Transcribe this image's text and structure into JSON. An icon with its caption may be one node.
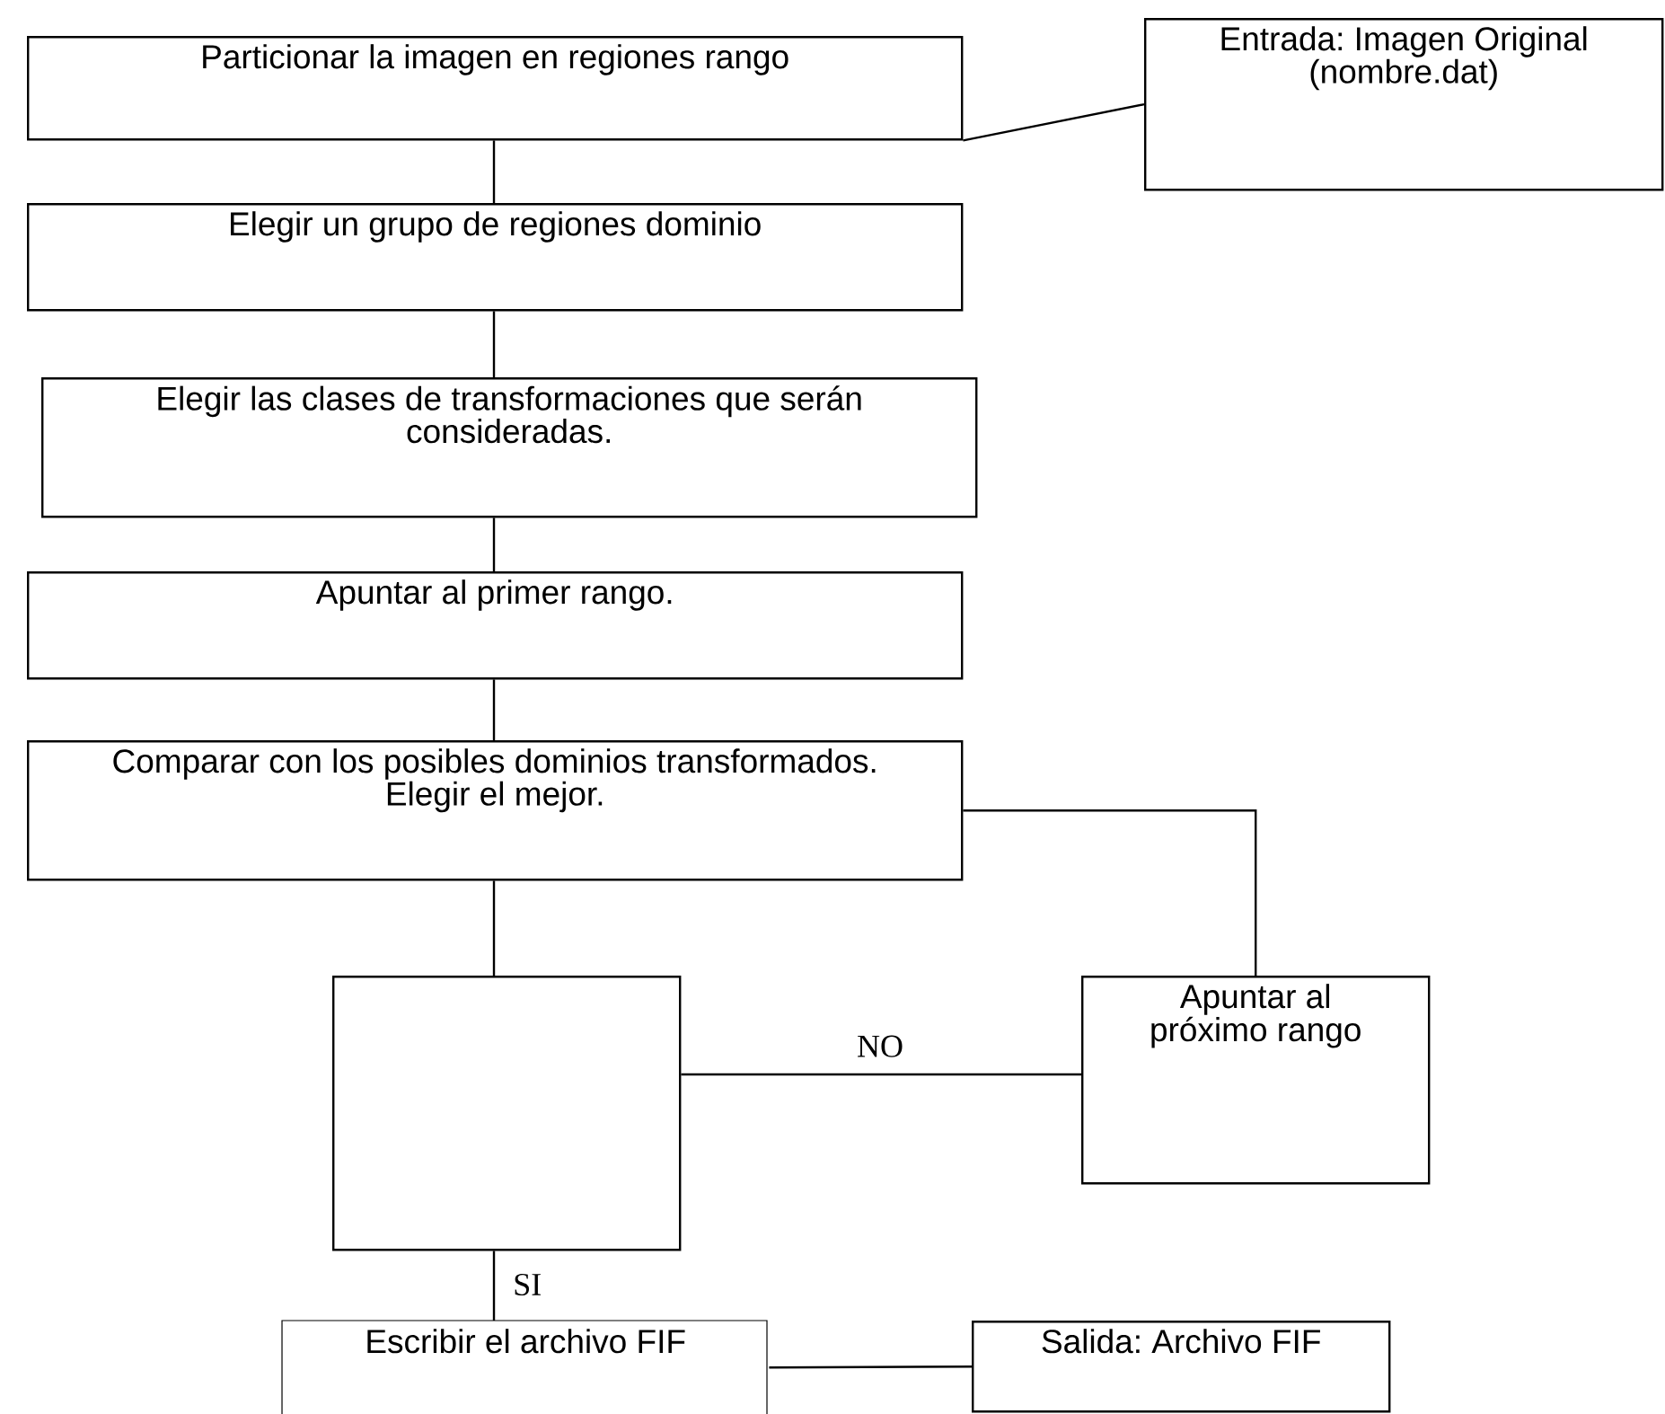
{
  "diagram": {
    "nodes": [
      {
        "text": [
          "Particionar la imagen en regiones rango"
        ]
      },
      {
        "text": [
          "Entrada: Imagen Original (nombre.dat)"
        ]
      },
      {
        "text": [
          "Elegir un grupo de regiones dominio"
        ]
      },
      {
        "text": [
          "Elegir las clases de transformaciones que serán consideradas."
        ]
      },
      {
        "text": [
          "Apuntar al primer rango."
        ]
      },
      {
        "text": [
          "Comparar con los posibles dominios transformados. Elegir el mejor."
        ]
      },
      {
        "text": [],
        "shape": "box"
      },
      {
        "text": [
          "Apuntar al próximo rango"
        ]
      },
      {
        "text": [
          "Escribir el archivo FIF"
        ]
      },
      {
        "text": [
          "Salida: Archivo FIF"
        ]
      }
    ],
    "edges": [
      {
        "from": 1,
        "to": 0,
        "arrow": "none"
      },
      {
        "from": 0,
        "to": 2,
        "arrow": "none"
      },
      {
        "from": 2,
        "to": 3,
        "arrow": "none"
      },
      {
        "from": 3,
        "to": 4,
        "arrow": "none"
      },
      {
        "from": 4,
        "to": 5,
        "arrow": "none"
      },
      {
        "from": 5,
        "to": 6,
        "arrow": "none"
      },
      {
        "from": 6,
        "to": 7,
        "arrow": "none",
        "label": "NO"
      },
      {
        "from": 7,
        "to": 5,
        "arrow": "none"
      },
      {
        "from": 6,
        "to": 8,
        "arrow": "none",
        "label": "SI"
      },
      {
        "from": 8,
        "to": 9,
        "arrow": "none"
      }
    ]
  }
}
